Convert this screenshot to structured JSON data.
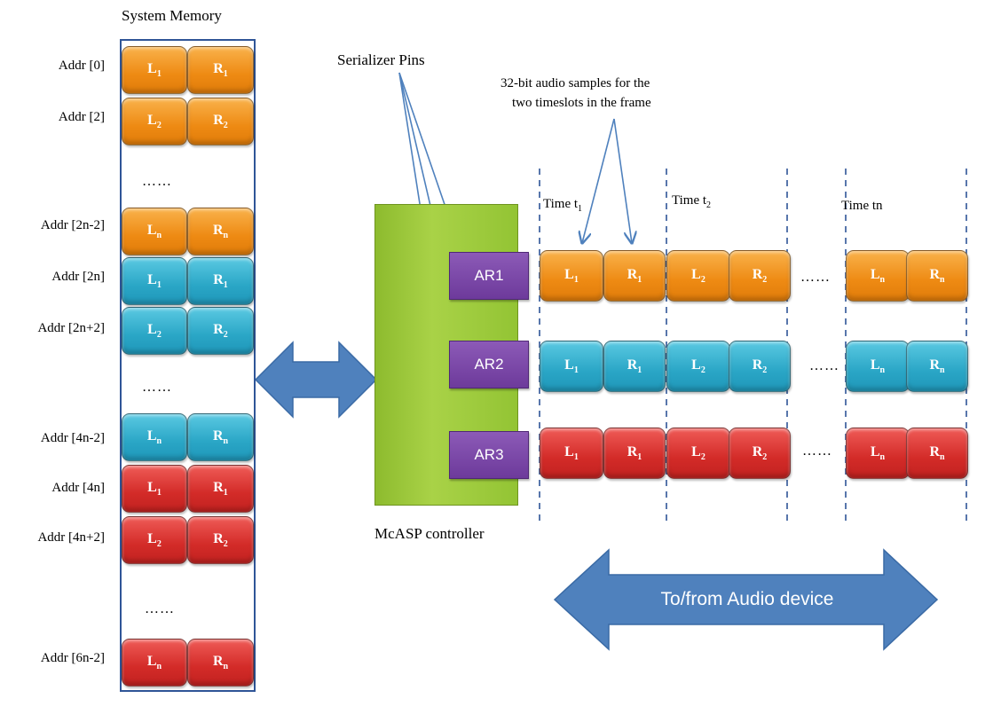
{
  "diagram": {
    "system_memory_title": "System Memory",
    "serializer_pins_label": "Serializer Pins",
    "samples_note": [
      "32-bit audio samples for the",
      "two timeslots in the frame"
    ],
    "controller_label": "McASP controller",
    "audio_device_label": "To/from Audio device",
    "ellipsis_long": "……",
    "ellipsis_short": "……",
    "colors": {
      "orange": "#ee8a13",
      "blue": "#2aa6c6",
      "red": "#d32b28",
      "controller_green": "#a9d247",
      "serializer_purple": "#7b479f",
      "arrow_blue": "#4f81bd"
    },
    "memory_rows": [
      {
        "addr": "Addr  [0]",
        "left": "L",
        "left_sub": "1",
        "right": "R",
        "right_sub": "1",
        "color": "orange"
      },
      {
        "addr": "Addr  [2]",
        "left": "L",
        "left_sub": "2",
        "right": "R",
        "right_sub": "2",
        "color": "orange"
      },
      {
        "addr": "Addr  [2n-2]",
        "left": "L",
        "left_sub": "n",
        "right": "R",
        "right_sub": "n",
        "color": "orange"
      },
      {
        "addr": "Addr  [2n]",
        "left": "L",
        "left_sub": "1",
        "right": "R",
        "right_sub": "1",
        "color": "blue"
      },
      {
        "addr": "Addr  [2n+2]",
        "left": "L",
        "left_sub": "2",
        "right": "R",
        "right_sub": "2",
        "color": "blue"
      },
      {
        "addr": "Addr  [4n-2]",
        "left": "L",
        "left_sub": "n",
        "right": "R",
        "right_sub": "n",
        "color": "blue"
      },
      {
        "addr": "Addr  [4n]",
        "left": "L",
        "left_sub": "1",
        "right": "R",
        "right_sub": "1",
        "color": "red"
      },
      {
        "addr": "Addr  [4n+2]",
        "left": "L",
        "left_sub": "2",
        "right": "R",
        "right_sub": "2",
        "color": "red"
      },
      {
        "addr": "Addr  [6n-2]",
        "left": "L",
        "left_sub": "n",
        "right": "R",
        "right_sub": "n",
        "color": "red"
      }
    ],
    "time_labels": [
      {
        "text": "Time t",
        "sub": "1"
      },
      {
        "text": "Time t",
        "sub": "2"
      },
      {
        "text": "Time tn",
        "sub": ""
      }
    ],
    "serializers": [
      {
        "name": "AR1",
        "color": "orange",
        "slots": [
          [
            "L",
            "1",
            "R",
            "1"
          ],
          [
            "L",
            "2",
            "R",
            "2"
          ],
          [
            "L",
            "n",
            "R",
            "n"
          ]
        ]
      },
      {
        "name": "AR2",
        "color": "blue",
        "slots": [
          [
            "L",
            "1",
            "R",
            "1"
          ],
          [
            "L",
            "2",
            "R",
            "2"
          ],
          [
            "L",
            "n",
            "R",
            "n"
          ]
        ]
      },
      {
        "name": "AR3",
        "color": "red",
        "slots": [
          [
            "L",
            "1",
            "R",
            "1"
          ],
          [
            "L",
            "2",
            "R",
            "2"
          ],
          [
            "L",
            "n",
            "R",
            "n"
          ]
        ]
      }
    ]
  }
}
